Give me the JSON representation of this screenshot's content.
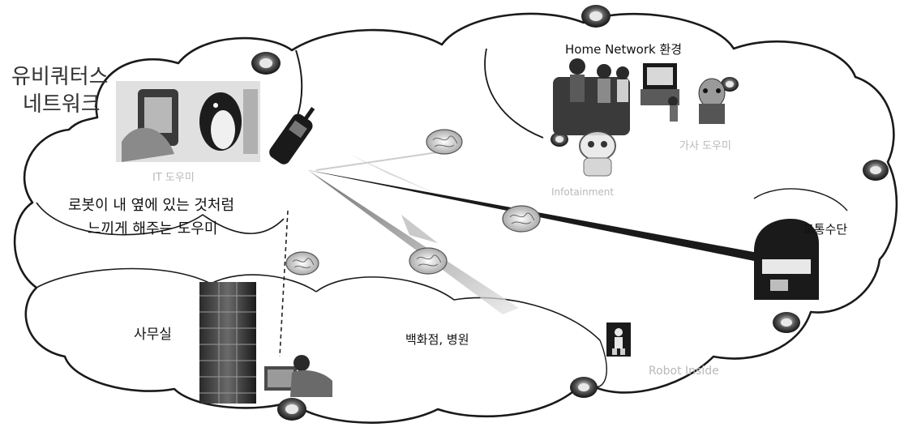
{
  "title": {
    "line1": "유비쿼터스",
    "line2": "네트워크"
  },
  "zones": {
    "home": "Home Network 환경",
    "housework": "가사 도우미",
    "infotainment": "Infotainment",
    "it_helper": "IT 도우미",
    "helper_desc_1": "로봇이 내 옆에 있는 것처럼",
    "helper_desc_2": "느끼게 해주는 도우미",
    "transport": "교통수단",
    "office": "사무실",
    "dept_store": "백화점, 병원",
    "robot_inside": "Robot Inside"
  },
  "colors": {
    "cloud_stroke": "#1a1a1a",
    "link_line": "#111111",
    "faint_text": "#b9b9b9"
  }
}
